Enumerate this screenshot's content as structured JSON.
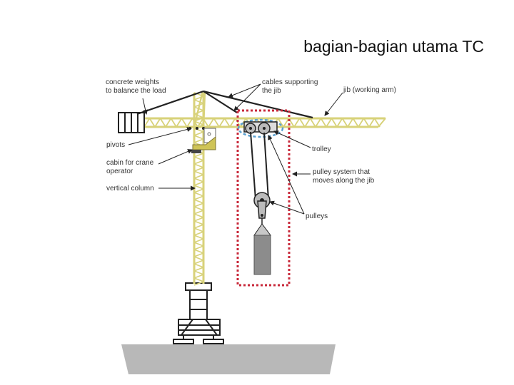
{
  "slide": {
    "title": "bagian-bagian utama TC"
  },
  "diagram": {
    "labels": {
      "concrete_weights_1": "concrete weights",
      "concrete_weights_2": "to balance the load",
      "cables_1": "cables supporting",
      "cables_2": "the jib",
      "jib": "jib (working arm)",
      "pivots": "pivots",
      "trolley": "trolley",
      "cabin_1": "cabin for crane",
      "cabin_2": "operator",
      "pulley_system_1": "pulley system that",
      "pulley_system_2": "moves along the jib",
      "vertical_column": "vertical column",
      "pulleys": "pulleys"
    },
    "colors": {
      "lattice": "#d8d27a",
      "lattice_dark": "#8d8a3c",
      "cable": "#222222",
      "highlight_box": "#c8283a",
      "trolley_ring": "#5aa0d0",
      "ground": "#b8b8b8",
      "load": "#8c8c8c"
    }
  }
}
